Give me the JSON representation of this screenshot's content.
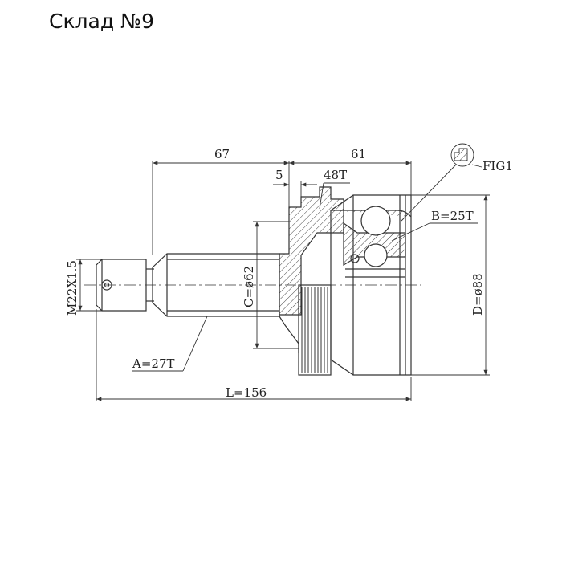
{
  "heading": "Склад №9",
  "dimensions": {
    "length_67": "67",
    "length_61": "61",
    "length_5": "5",
    "teeth_48": "48T",
    "fig": "FIG1",
    "b_spline": "B=25T",
    "d_diameter": "D=ø88",
    "c_diameter": "C=ø62",
    "thread": "M22X1.5",
    "a_spline": "A=27T",
    "total_length": "L=156"
  },
  "colors": {
    "line": "#333333",
    "text": "#222222"
  }
}
